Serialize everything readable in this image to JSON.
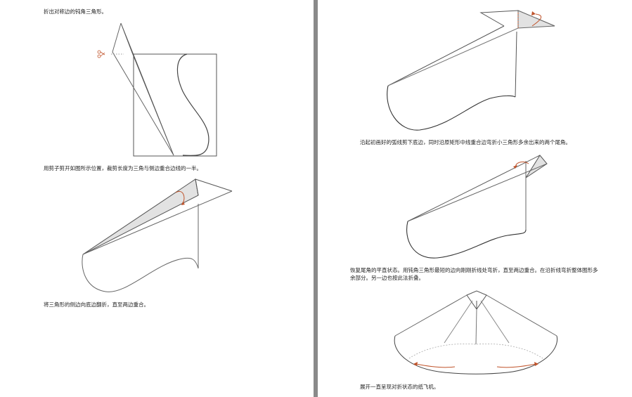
{
  "left_page": {
    "captions": [
      "折出对称边的钝角三角形。",
      "用剪子剪开如图所示位置，裁剪长度为三角与侧边重合边线的一半。",
      "将三角形的侧边向底边翻折，直至两边重合。"
    ]
  },
  "right_page": {
    "captions": [
      "沿起初画好的弧线剪下底边，同时沿原矩形中线重合边弯折小三角形多余出来的两个尾角。",
      "恢复尾角的平直状态。用钝角三角形最短的边向刚刚折线处弯折，直至两边重合。在沿折线弯折整体图形多余部分。另一边也按此法折叠。",
      "展开一直呈现对折状态的纸飞机。"
    ]
  },
  "colors": {
    "arrow": "#c0532a",
    "shade": "#e2e2e2",
    "line": "#555555",
    "divider": "#8a8a8a"
  },
  "icons": [
    "scissors-icon"
  ]
}
